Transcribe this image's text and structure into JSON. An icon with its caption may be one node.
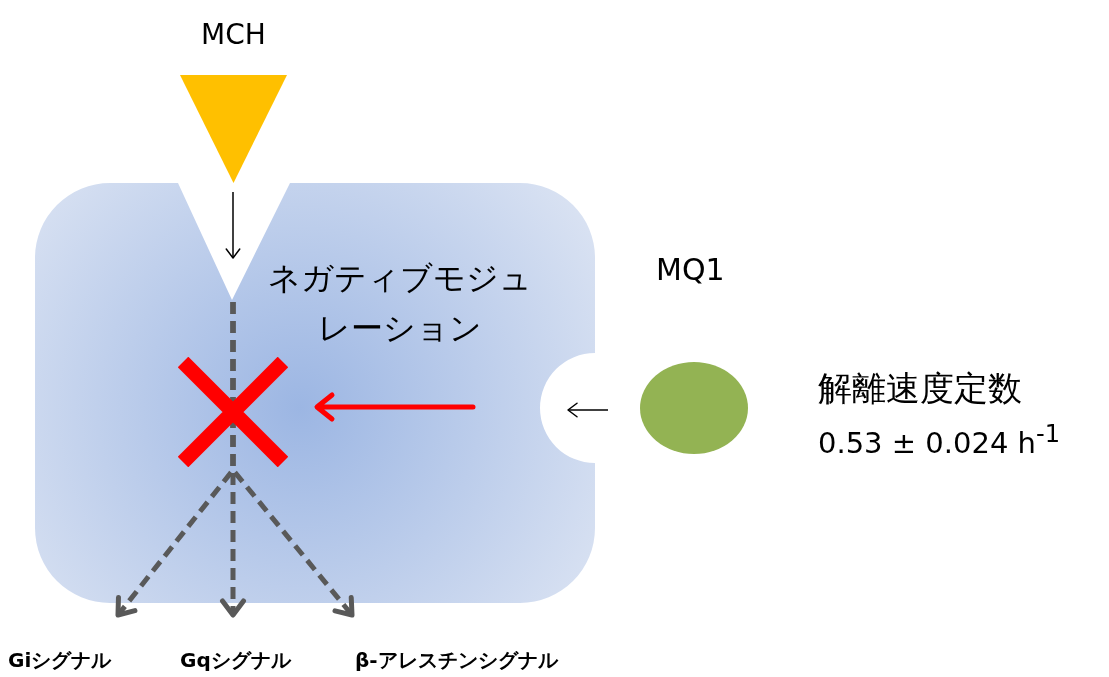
{
  "diagram": {
    "nodes": [
      {
        "text": [
          "MCH"
        ]
      },
      {
        "text": [
          "ネガティブモジュレーション"
        ]
      },
      {
        "text": [
          "MQ1"
        ],
        "beside": [
          "解離速度定数",
          "0.53 ± 0.024 h$^{-1}$"
        ]
      },
      {
        "text": [
          "Giシグナル"
        ]
      },
      {
        "text": [
          "Gqシグナル"
        ]
      },
      {
        "text": [
          "β-アレスチンシグナル"
        ]
      }
    ],
    "edges": [
      {
        "from": 0,
        "to": 1,
        "arrow": "to"
      },
      {
        "from": 2,
        "to": 1,
        "arrow": "to"
      },
      {
        "from": 1,
        "to": 3,
        "arrow": "to",
        "style": "dashed",
        "color": "#595959"
      },
      {
        "from": 1,
        "to": 4,
        "arrow": "to",
        "style": "dashed",
        "color": "#595959"
      },
      {
        "from": 1,
        "to": 5,
        "arrow": "to",
        "style": "dashed",
        "color": "#595959"
      }
    ]
  }
}
